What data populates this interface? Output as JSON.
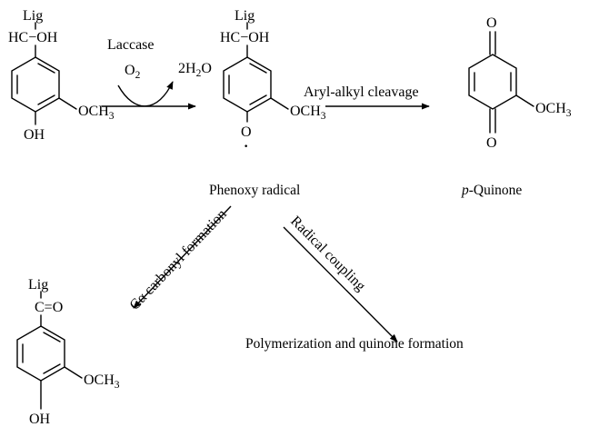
{
  "colors": {
    "ink": "#000000",
    "background": "#ffffff"
  },
  "structures": {
    "substrate": {
      "r_group": "Lig",
      "alpha_group": "HC−OH",
      "methoxy": "OCH",
      "methoxy_sub": "3",
      "hydroxyl": "OH"
    },
    "phenoxy": {
      "r_group": "Lig",
      "alpha_group": "HC−OH",
      "methoxy": "OCH",
      "methoxy_sub": "3",
      "oxygen": "O",
      "radical_dot": "·",
      "caption": "Phenoxy radical"
    },
    "quinone": {
      "top_oxygen": "O",
      "bottom_oxygen": "O",
      "methoxy": "OCH",
      "methoxy_sub": "3",
      "caption_prefix": "p",
      "caption_suffix": "-Quinone"
    },
    "ketone": {
      "r_group": "Lig",
      "alpha_group": "C=O",
      "methoxy": "OCH",
      "methoxy_sub": "3",
      "hydroxyl": "OH"
    }
  },
  "reactions": {
    "oxidation": {
      "enzyme": "Laccase",
      "reactant": "O",
      "reactant_sub": "2",
      "product_prefix": "2H",
      "product_sub": "2",
      "product_suffix": "O"
    },
    "cleavage": {
      "label": "Aryl-alkyl cleavage"
    },
    "carbonyl": {
      "label": "Cα carbonyl formation"
    },
    "coupling": {
      "label": "Radical coupling",
      "outcome": "Polymerization and quinone formation"
    }
  }
}
